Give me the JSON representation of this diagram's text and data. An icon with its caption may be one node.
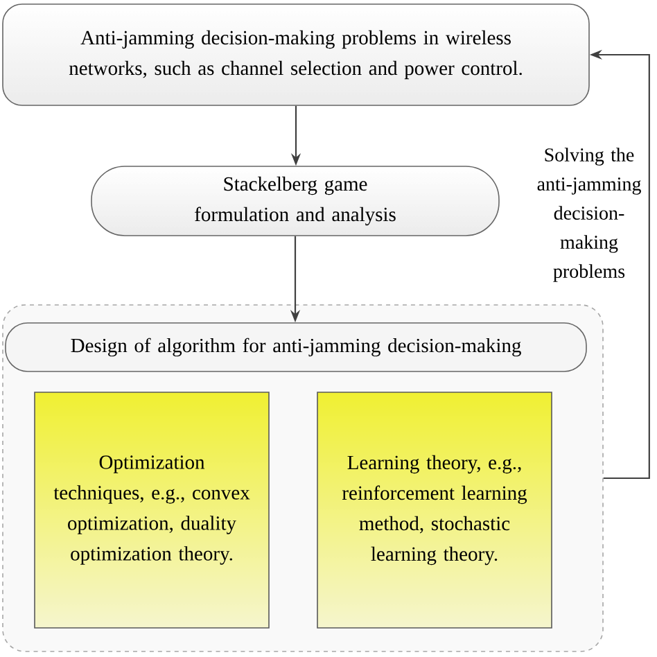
{
  "diagram": {
    "nodes": [
      {
        "text": [
          "Anti-jamming decision-making problems in wireless networks, such as channel selection and  power control."
        ]
      },
      {
        "text": [
          "Stackelberg game formulation and analysis"
        ]
      },
      {
        "text": [],
        "shape": "box"
      },
      {
        "text": [
          "Design of algorithm for anti-jamming decision-making"
        ],
        "in": 2
      },
      {
        "text": [
          "Optimization techniques, e.g., convex optimization, duality optimization theory."
        ],
        "in": 2
      },
      {
        "text": [
          "Learning theory, e.g., reinforcement learning method, stochastic learning theory."
        ],
        "in": 2
      }
    ],
    "edges": [
      {
        "from": 0,
        "to": 1,
        "arrow": "to"
      },
      {
        "from": 1,
        "to": 3,
        "arrow": "to"
      },
      {
        "from": 2,
        "to": 0,
        "arrow": "to",
        "label": "Solving the anti-jamming decision-making problems"
      }
    ]
  }
}
